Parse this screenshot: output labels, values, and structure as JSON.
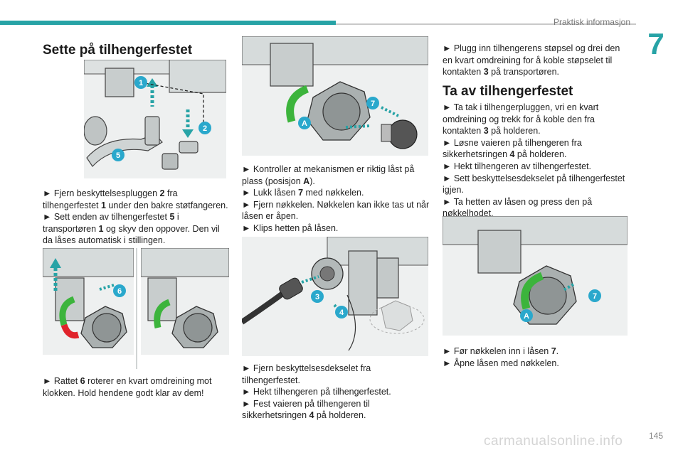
{
  "header": {
    "title": "Praktisk informasjon",
    "chapter": "7",
    "page_number": "145"
  },
  "footer": {
    "watermark": "carmanualsonline.info"
  },
  "colors": {
    "accent": "#27a3a6",
    "badge": "#2aa8cc",
    "green": "#3cb43c",
    "red": "#e0232b"
  },
  "section1": {
    "title": "Sette på tilhengerfestet",
    "para1": [
      {
        "text": "► Fjern beskyttelsespluggen "
      },
      {
        "text": "2",
        "bold": true
      },
      {
        "text": " fra tilhengerfestet "
      },
      {
        "text": "1",
        "bold": true
      },
      {
        "text": " under den bakre støtfangeren."
      },
      {
        "br": true
      },
      {
        "text": "► Sett enden av tilhengerfestet "
      },
      {
        "text": "5",
        "bold": true
      },
      {
        "text": " i transportøren "
      },
      {
        "text": "1",
        "bold": true
      },
      {
        "text": " og skyv den oppover. Den vil da låses automatisk i stillingen."
      }
    ],
    "para2": [
      {
        "text": "► Rattet "
      },
      {
        "text": "6",
        "bold": true
      },
      {
        "text": " roterer en kvart omdreining mot klokken. Hold hendene godt klar av dem!"
      }
    ]
  },
  "section1b": {
    "para3": [
      {
        "text": "► Kontroller at mekanismen er riktig låst på plass (posisjon "
      },
      {
        "text": "A",
        "bold": true
      },
      {
        "text": ")."
      },
      {
        "br": true
      },
      {
        "text": "► Lukk låsen "
      },
      {
        "text": "7",
        "bold": true
      },
      {
        "text": " med nøkkelen."
      },
      {
        "br": true
      },
      {
        "text": "► Fjern nøkkelen. Nøkkelen kan ikke tas ut når låsen er åpen."
      },
      {
        "br": true
      },
      {
        "text": "► Klips hetten på låsen."
      }
    ],
    "para4": [
      {
        "text": "► Fjern beskyttelsesdekselet fra tilhengerfestet."
      },
      {
        "br": true
      },
      {
        "text": "► Hekt tilhengeren på tilhengerfestet."
      },
      {
        "br": true
      },
      {
        "text": "► Fest vaieren på tilhengeren til sikkerhetsringen "
      },
      {
        "text": "4",
        "bold": true
      },
      {
        "text": " på holderen."
      }
    ],
    "para5": [
      {
        "text": "► Plugg inn tilhengerens støpsel og drei den en kvart omdreining for å koble støpselet til kontakten "
      },
      {
        "text": "3",
        "bold": true
      },
      {
        "text": " på transportøren."
      }
    ]
  },
  "section2": {
    "title": "Ta av tilhengerfestet",
    "para1": [
      {
        "text": "► Ta tak i tilhengerpluggen, vri en kvart omdreining og trekk for å koble den fra kontakten "
      },
      {
        "text": "3",
        "bold": true
      },
      {
        "text": " på holderen."
      },
      {
        "br": true
      },
      {
        "text": "► Løsne vaieren på tilhengeren fra sikkerhetsringen "
      },
      {
        "text": "4",
        "bold": true
      },
      {
        "text": " på holderen."
      },
      {
        "br": true
      },
      {
        "text": "► Hekt tilhengeren av tilhengerfestet."
      },
      {
        "br": true
      },
      {
        "text": "► Sett beskyttelsesdekselet på tilhengerfestet igjen."
      },
      {
        "br": true
      },
      {
        "text": "► Ta hetten av låsen og press den på nøkkelhodet."
      }
    ],
    "para2": [
      {
        "text": "► Før nøkkelen inn i låsen "
      },
      {
        "text": "7",
        "bold": true
      },
      {
        "text": "."
      },
      {
        "br": true
      },
      {
        "text": "► Åpne låsen med nøkkelen."
      }
    ]
  },
  "figures": {
    "fig1": {
      "badges": [
        "1",
        "2",
        "5"
      ]
    },
    "fig2a": {
      "badges": [
        "6"
      ]
    },
    "fig3": {
      "badges": [
        "7",
        "A"
      ]
    },
    "fig4": {
      "badges": [
        "3",
        "4"
      ]
    },
    "fig5": {
      "badges": [
        "7",
        "A"
      ]
    }
  }
}
